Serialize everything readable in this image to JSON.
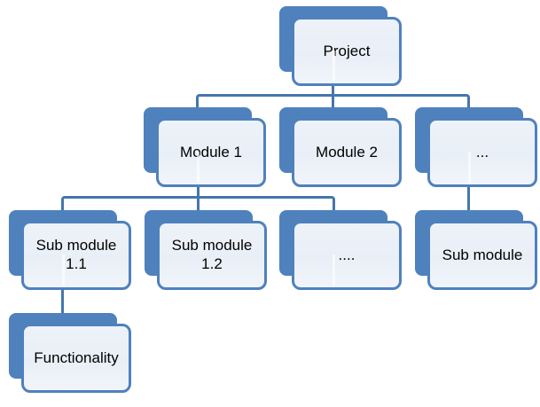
{
  "diagram": {
    "type": "hierarchy",
    "background_color": "#ffffff",
    "accent_color": "#4f81bd",
    "connector_color": "#4576ad",
    "node_fill_color": "#edf2f9",
    "text_color": "#000000",
    "nodes": [
      {
        "id": "project",
        "label": "Project",
        "level": 0
      },
      {
        "id": "module-1",
        "label": "Module 1",
        "level": 1
      },
      {
        "id": "module-2",
        "label": "Module 2",
        "level": 1
      },
      {
        "id": "module-more",
        "label": "...",
        "level": 1
      },
      {
        "id": "sub-module-1-1",
        "label": "Sub module\n1.1",
        "level": 2
      },
      {
        "id": "sub-module-1-2",
        "label": "Sub module\n1.2",
        "level": 2
      },
      {
        "id": "sub-module-more",
        "label": "....",
        "level": 2
      },
      {
        "id": "sub-module",
        "label": "Sub module",
        "level": 2
      },
      {
        "id": "functionality",
        "label": "Functionality",
        "level": 3
      }
    ],
    "edges": [
      {
        "from": "project",
        "to": "module-1"
      },
      {
        "from": "project",
        "to": "module-2"
      },
      {
        "from": "project",
        "to": "module-more"
      },
      {
        "from": "module-1",
        "to": "sub-module-1-1"
      },
      {
        "from": "module-1",
        "to": "sub-module-1-2"
      },
      {
        "from": "module-1",
        "to": "sub-module-more"
      },
      {
        "from": "module-more",
        "to": "sub-module"
      },
      {
        "from": "sub-module-1-1",
        "to": "functionality"
      }
    ]
  }
}
